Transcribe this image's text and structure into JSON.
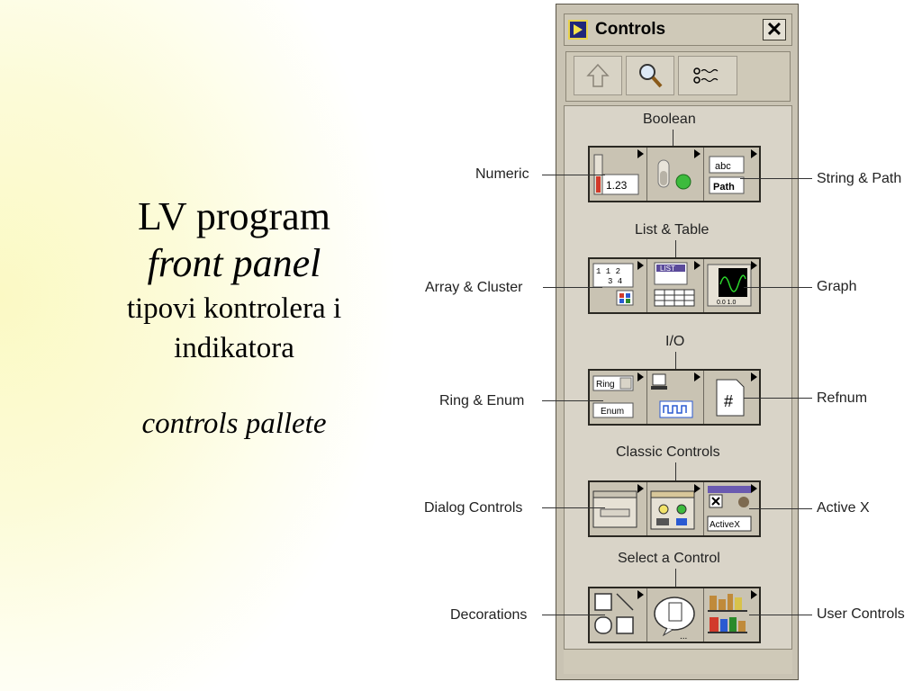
{
  "slide": {
    "title": "LV program",
    "subtitle": "front panel",
    "line1": "tipovi kontrolera i",
    "line2": "indikatora",
    "caption": "controls pallete"
  },
  "palette": {
    "window_title": "Controls",
    "close_label": "✕",
    "toolbar": [
      "up-arrow-icon",
      "search-icon",
      "options-icon"
    ],
    "categories": {
      "boolean": "Boolean",
      "list_table": "List & Table",
      "io": "I/O",
      "classic": "Classic Controls",
      "select": "Select a Control"
    },
    "left_labels": {
      "numeric": "Numeric",
      "array_cluster": "Array & Cluster",
      "ring_enum": "Ring & Enum",
      "dialog": "Dialog Controls",
      "decorations": "Decorations"
    },
    "right_labels": {
      "string_path": "String & Path",
      "graph": "Graph",
      "refnum": "Refnum",
      "activex": "Active X",
      "user_controls": "User Controls"
    },
    "icon_text": {
      "numeric_value": "1.23",
      "string_abc": "abc",
      "string_path": "Path",
      "ring": "Ring",
      "enum": "Enum",
      "refnum": "#",
      "activex": "ActiveX",
      "list": "LIST",
      "array_a": "1 1 2",
      "array_b": "3 4",
      "graph_x": "0.0 1.0"
    }
  }
}
